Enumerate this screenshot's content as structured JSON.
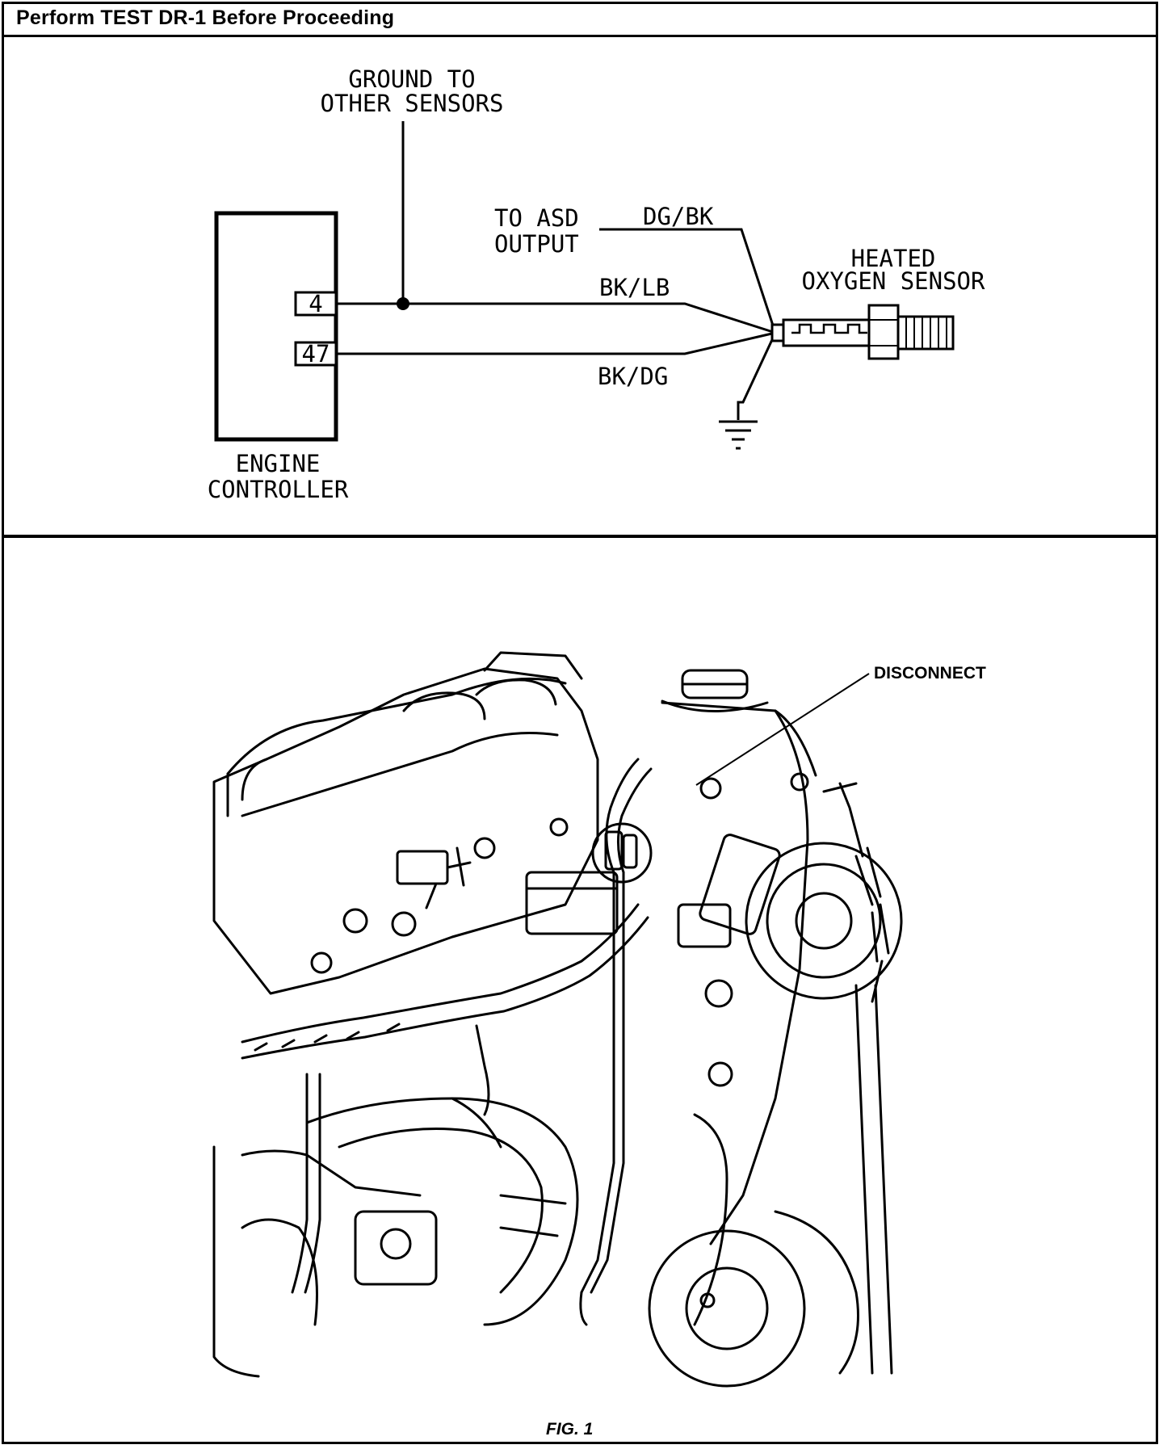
{
  "header": {
    "title": "Perform TEST DR-1 Before Proceeding"
  },
  "wiring": {
    "ground_label": [
      "GROUND TO",
      "OTHER SENSORS"
    ],
    "asd_label": [
      "TO ASD",
      "OUTPUT"
    ],
    "sensor_label": [
      "HEATED",
      "OXYGEN SENSOR"
    ],
    "controller_label": [
      "ENGINE",
      "CONTROLLER"
    ],
    "pins": {
      "pin_a": "4",
      "pin_b": "47"
    },
    "wires": {
      "asd_wire": "DG/BK",
      "signal_wire": "BK/LB",
      "ground_wire": "BK/DG"
    }
  },
  "figure": {
    "callout": "DISCONNECT",
    "caption": "FIG. 1"
  }
}
